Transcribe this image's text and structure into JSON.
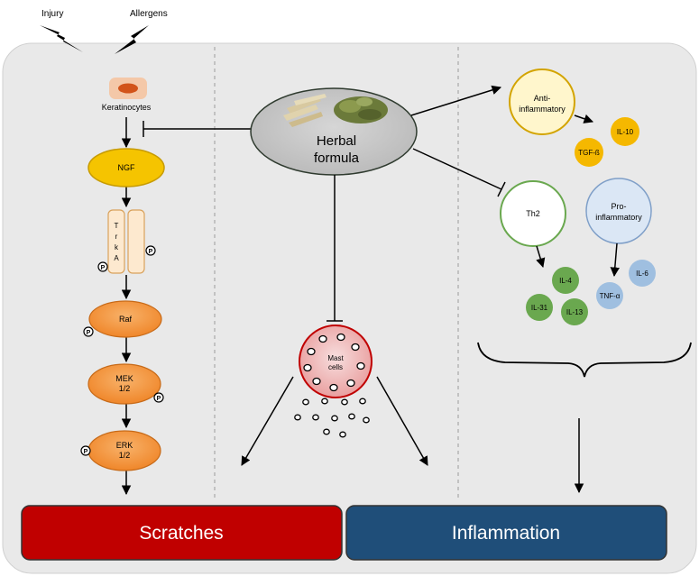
{
  "triggers": {
    "injury": "Injury",
    "allergens": "Allergens"
  },
  "pathway": {
    "keratinocytes": "Keratinocytes",
    "ngf": "NGF",
    "trka_letters": [
      "T",
      "r",
      "k",
      "A"
    ],
    "phospho": "P",
    "raf": "Raf",
    "mek": [
      "MEK",
      "1/2"
    ],
    "erk": [
      "ERK",
      "1/2"
    ]
  },
  "herbal": {
    "line1": "Herbal",
    "line2": "formula"
  },
  "mast": {
    "line1": "Mast",
    "line2": "cells"
  },
  "anti": {
    "line1": "Anti-",
    "line2": "inflammatory",
    "il10": "IL-10",
    "tgf": "TGF-ß"
  },
  "th2": {
    "label": "Th2",
    "il4": "IL-4",
    "il31": "IL-31",
    "il13": "IL-13"
  },
  "pro": {
    "line1": "Pro-",
    "line2": "inflammatory",
    "il6": "IL-6",
    "tnf": "TNF-α"
  },
  "outcomes": {
    "scratches": "Scratches",
    "inflammation": "Inflammation"
  },
  "colors": {
    "panel": "#e9e9e9",
    "ngf": "#f5c400",
    "kinase": "#f28c28",
    "herbal": "#c8c8c8",
    "mast": "#f2b8b8",
    "anti": "#fff6cc",
    "cytokine_gold": "#f5b800",
    "th2_green": "#6aa84f",
    "pro_blue": "#dbe7f5",
    "cytokine_blue": "#9fbfe0",
    "scratches": "#c00000",
    "inflammation": "#1f4e79"
  }
}
